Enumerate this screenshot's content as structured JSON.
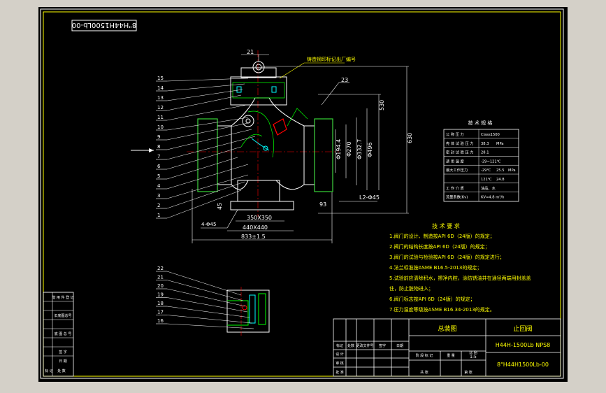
{
  "window": {
    "bg_color": "#d4d0c8",
    "canvas_color": "#000000"
  },
  "drawing_number_box": "8\"H44H1500Lb-00",
  "title_block": {
    "drawing_title": "总装图",
    "product_name": "止回阀",
    "model": "H44H-1500Lb NPS8",
    "drawing_no": "8\"H44H1500Lb-00",
    "scale": "1:5"
  },
  "callout_marking_note": "铸造钢印标记出厂编号",
  "part_numbers_main": [
    "15",
    "14",
    "13",
    "12",
    "11",
    "10",
    "9",
    "8",
    "7",
    "6",
    "5",
    "4",
    "3",
    "2",
    "1"
  ],
  "part_numbers_detail": [
    "22",
    "21",
    "20",
    "19",
    "18",
    "17",
    "16"
  ],
  "dimensions": {
    "top_label": "21",
    "label_23": "23",
    "vert_530": "530",
    "vert_630": "630",
    "vert_phi496": "Φ496",
    "vert_phi332": "Φ332.7",
    "vert_phi270": "Φ270",
    "vert_phi194": "Φ194.4",
    "d_93": "93",
    "d_l2": "L2-Φ45",
    "d_45": "45",
    "d_4_phi45": "4-Φ45",
    "d_350": "350X350",
    "d_440": "440X440",
    "d_833": "833±1.5"
  },
  "tech_spec": {
    "title": "技 术 规 格",
    "rows": [
      [
        "公 称 压 力",
        "Class1500"
      ],
      [
        "壳 体 试 验 压 力",
        "38.3",
        "MPa"
      ],
      [
        "密 封 试 验 压 力",
        "28.1",
        ""
      ],
      [
        "适 用 温 度",
        "-29~121℃"
      ],
      [
        "最大工作压力",
        "-29℃",
        "25.5",
        "MPa"
      ],
      [
        "",
        "121℃",
        "24.8",
        ""
      ],
      [
        "工 作 介 质",
        "油品、水"
      ],
      [
        "流量系数(Kv)",
        "KV=4.8 m³/h"
      ]
    ]
  },
  "tech_requirements": {
    "title": "技 术 要 求",
    "items": [
      "1.阀门的设计、制造按API 6D（24版）的规定；",
      "2.阀门的结构长度按API 6D（24版）的规定；",
      "3.阀门的试验与检验按API 6D（24版）的规定进行；",
      "4.法兰标准按ASME B16.5-2013的规定；",
      "5.试验前应清除积水，擦净内腔，涂防锈油并在通径两端用封盖盖",
      "  住，防止脏物进入；",
      "6.阀门标志按API 6D（24版）的规定；",
      "7.压力温度等级按ASME B16.34-2013的规定。"
    ]
  },
  "revision_block": {
    "rows": [
      "借 用 件 登 记",
      "",
      "旧底图总号",
      "",
      "底 图 总 号",
      "",
      "签  字",
      "日  期"
    ],
    "bottom": [
      "标 记",
      "处 数"
    ]
  },
  "title_block_small_labels": {
    "design": "设 计",
    "check": "审 核",
    "approve": "批 准",
    "mark": "标记",
    "qty": "处数",
    "doc": "更改文件号",
    "sign": "签字",
    "date": "日期",
    "stage_mark": "阶 段 标 记",
    "weight": "重 量",
    "scale": "比 例",
    "sheet": "共    张",
    "sheet2": "第    张"
  }
}
